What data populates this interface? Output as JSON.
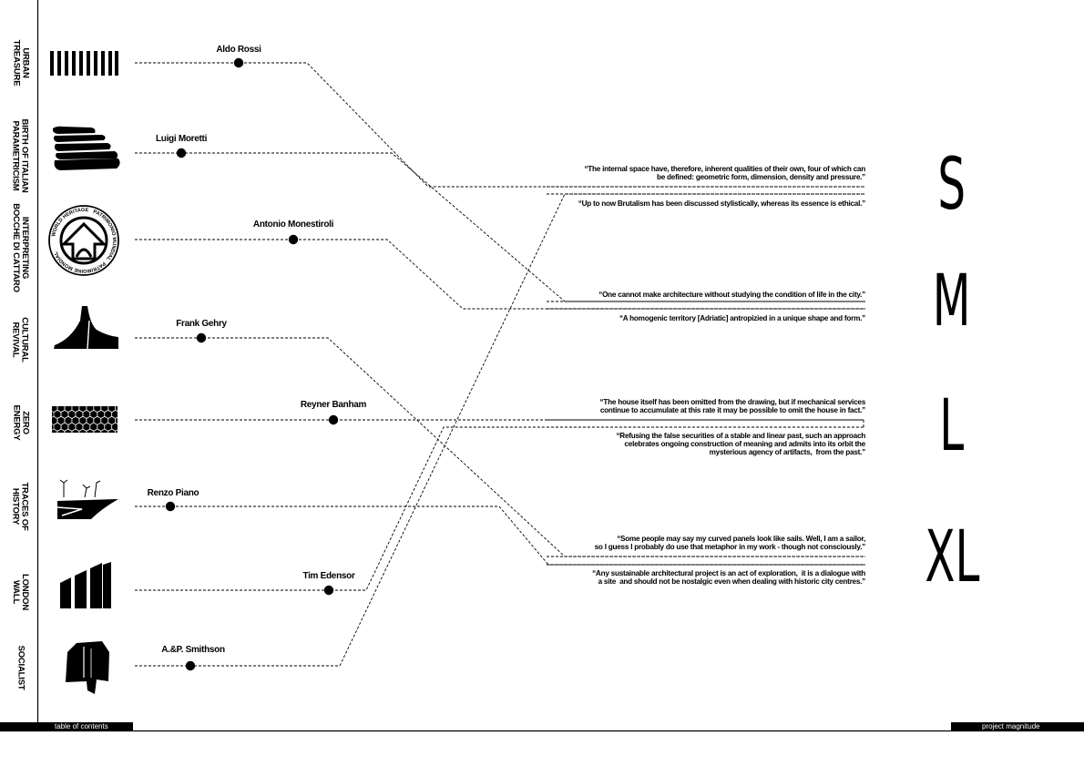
{
  "categories": [
    {
      "label": "URBAN\nTREASURE",
      "icon": "barcode-icon"
    },
    {
      "label": "BIRTH OF ITALIAN\nPARAMETRICISM",
      "icon": "parametric-stack-icon"
    },
    {
      "label": "INTERPRETING\nBOCCHE DI CATTARO",
      "icon": "world-heritage-emblem-icon"
    },
    {
      "label": "CULTURAL\nREVIVAL",
      "icon": "curved-roof-silhouette-icon"
    },
    {
      "label": "ZERO\nENERGY",
      "icon": "hexagon-grid-icon"
    },
    {
      "label": "TRACES OF\nHISTORY",
      "icon": "cantilever-ruin-icon"
    },
    {
      "label": "LONDON\nWALL",
      "icon": "ascending-blocks-icon"
    },
    {
      "label": "SOCIALIST",
      "icon": "brutalist-block-icon"
    }
  ],
  "architects": [
    "Aldo Rossi",
    "Luigi Moretti",
    "Antonio Monestiroli",
    "Frank Gehry",
    "Reyner Banham",
    "Renzo Piano",
    "Tim Edensor",
    "A.&P. Smithson"
  ],
  "emblem": {
    "top_text": "PATRIMONIO MUNDIAL",
    "left_text": "WORLD HERITAGE",
    "bottom_text": "PATRIMOINE MONDIAL"
  },
  "quotes": [
    "“The internal space have, therefore, inherent qualities of their own, four of which can\nbe defined: geometric form, dimension, density and pressure.”",
    "“Up to now Brutalism has been discussed stylistically, whereas its essence is ethical.”",
    "“One cannot make architecture without studying the condition of life in the city.”",
    "“A homogenic territory [Adriatic] antropizied in a unique shape and form.”",
    "“The house itself has been omitted from the drawing, but if mechanical services\ncontinue to accumulate at this rate it may be possible to omit the house in fact.”",
    "“Refusing the false securities of a stable and linear past, such an approach\ncelebrates ongoing construction of meaning and admits into its orbit the\nmysterious agency of artifacts,  from the past.”",
    "“Some people may say my curved panels look like sails. Well, I am a sailor,\nso I guess I probably do use that metaphor in my work - though not consciously.”",
    "“Any sustainable architectural project is an act of exploration,  it is a dialogue with\na site  and should not be nostalgic even when dealing with historic city centres.”"
  ],
  "sizes": [
    "S",
    "M",
    "L",
    "XL"
  ],
  "footer": {
    "left": "table of contents",
    "right": "project magnitude"
  },
  "colors": {
    "ink": "#000000",
    "paper": "#ffffff"
  }
}
